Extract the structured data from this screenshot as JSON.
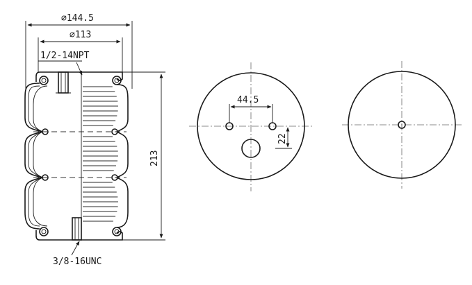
{
  "drawing": {
    "side_view": {
      "dim_outer_diameter": "⌀144.5",
      "dim_inner_diameter": "⌀113",
      "dim_height": "213",
      "top_port_thread": "1/2-14NPT",
      "bottom_stud_thread": "3/8-16UNC"
    },
    "top_plate_view": {
      "dim_hole_spacing": "44.5",
      "dim_hole_offset": "22"
    },
    "bottom_plate_view": {}
  }
}
